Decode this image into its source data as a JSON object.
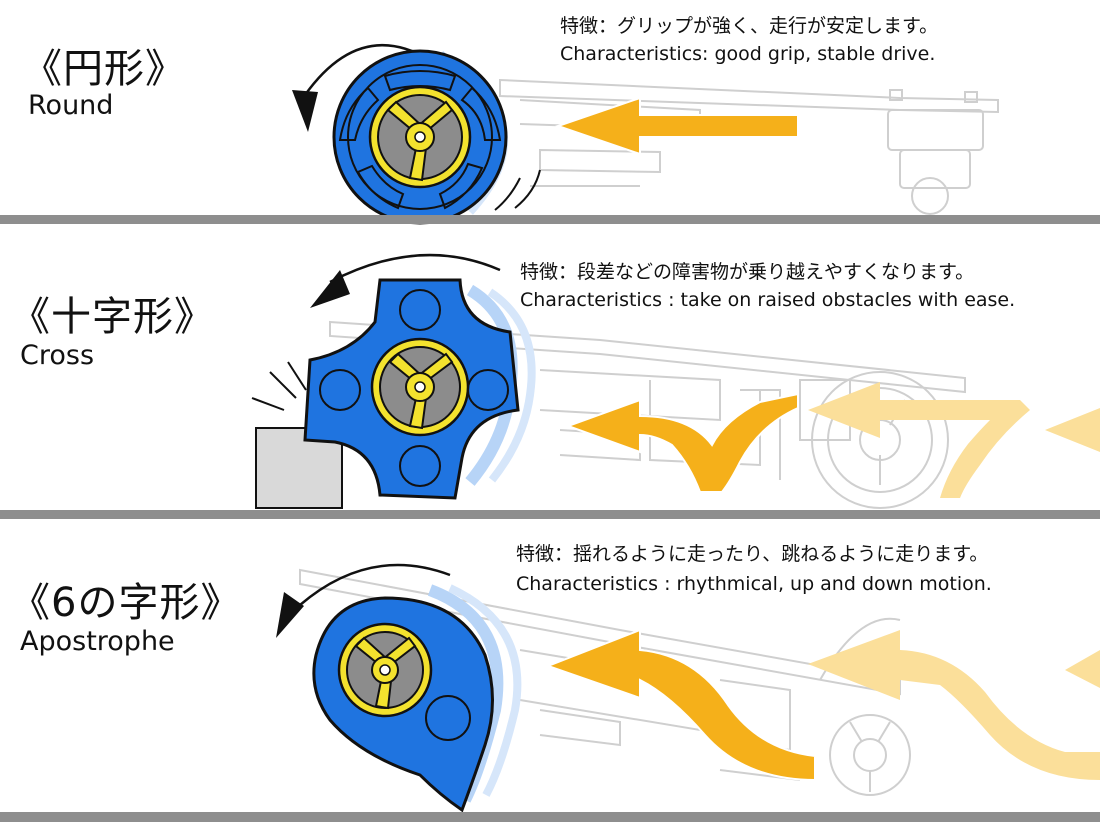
{
  "panels": [
    {
      "jp_title": "《円形》",
      "en_title": "Round",
      "jp_desc": "特徴：グリップが強く、走行が安定します。",
      "en_desc": "Characteristics: good grip, stable drive."
    },
    {
      "jp_title": "《十字形》",
      "en_title": "Cross",
      "jp_desc": "特徴：段差などの障害物が乗り越えやすくなります。",
      "en_desc": "Characteristics : take on raised obstacles with ease."
    },
    {
      "jp_title": "《6の字形》",
      "en_title": "Apostrophe",
      "jp_desc": "特徴：揺れるように走ったり、跳ねるように走ります。",
      "en_desc": "Characteristics : rhythmical, up and down motion."
    }
  ],
  "colors": {
    "wheel_blue": "#1f74e0",
    "hub_yellow": "#f3e22e",
    "arrow_orange": "#f5b01a",
    "arrow_faded": "#fbdf9a",
    "ground_gray": "#8e8e8e",
    "chassis_line": "#cfcfcf",
    "obstacle_gray": "#d9d9d9"
  }
}
